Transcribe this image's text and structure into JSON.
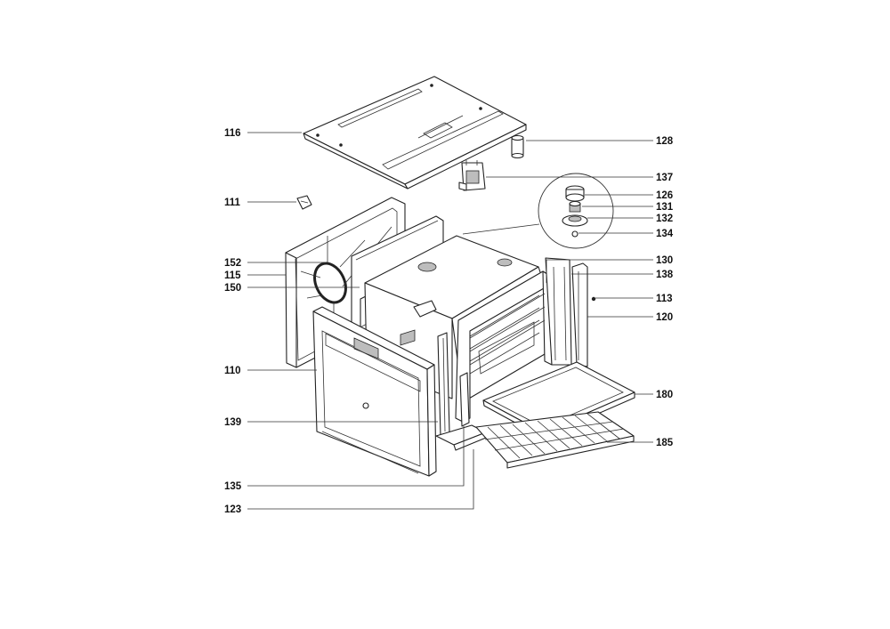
{
  "callouts": [
    {
      "id": "116",
      "text": "116"
    },
    {
      "id": "111",
      "text": "111"
    },
    {
      "id": "152",
      "text": "152"
    },
    {
      "id": "115",
      "text": "115"
    },
    {
      "id": "150",
      "text": "150"
    },
    {
      "id": "110",
      "text": "110"
    },
    {
      "id": "139",
      "text": "139"
    },
    {
      "id": "135",
      "text": "135"
    },
    {
      "id": "123",
      "text": "123"
    },
    {
      "id": "128",
      "text": "128"
    },
    {
      "id": "137",
      "text": "137"
    },
    {
      "id": "126",
      "text": "126"
    },
    {
      "id": "131",
      "text": "131"
    },
    {
      "id": "132",
      "text": "132"
    },
    {
      "id": "134",
      "text": "134"
    },
    {
      "id": "130",
      "text": "130"
    },
    {
      "id": "138",
      "text": "138"
    },
    {
      "id": "113",
      "text": "113"
    },
    {
      "id": "120",
      "text": "120"
    },
    {
      "id": "180",
      "text": "180"
    },
    {
      "id": "185",
      "text": "185"
    }
  ]
}
